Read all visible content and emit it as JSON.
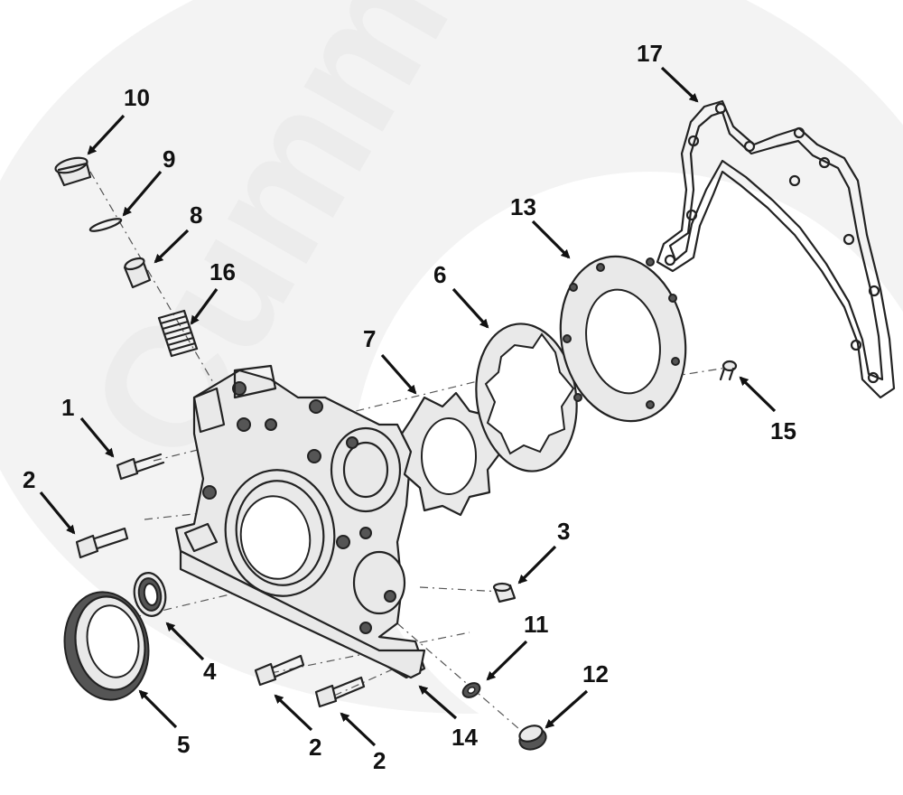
{
  "diagram": {
    "watermark_text": "Cummins",
    "callouts": {
      "c1": "1",
      "c2a": "2",
      "c2b": "2",
      "c2c": "2",
      "c3": "3",
      "c4": "4",
      "c5": "5",
      "c6": "6",
      "c7": "7",
      "c8": "8",
      "c9": "9",
      "c10": "10",
      "c11": "11",
      "c12": "12",
      "c13": "13",
      "c14": "14",
      "c15": "15",
      "c16": "16",
      "c17": "17"
    },
    "colors": {
      "line": "#222222",
      "watermark": "#f1f1f1",
      "background": "#ffffff"
    }
  }
}
